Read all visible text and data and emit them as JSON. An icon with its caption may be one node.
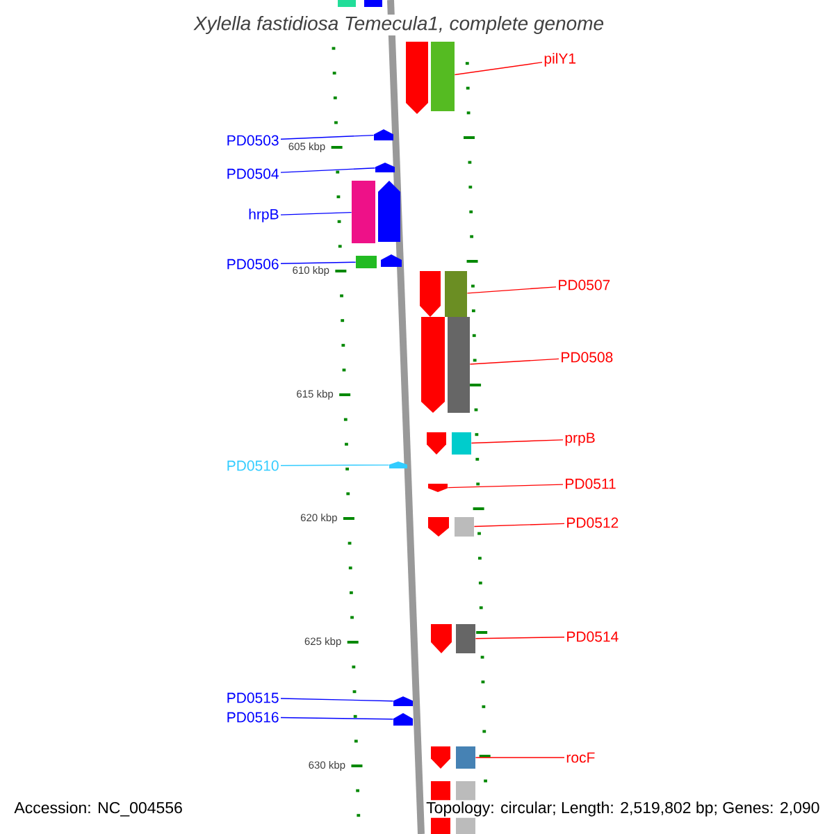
{
  "diagram": {
    "title": "Xylella fastidiosa Temecula1, complete genome",
    "nodes": [
      {
        "text": [
          "pilY1"
        ]
      },
      {
        "text": [],
        "shape": "box"
      },
      {
        "text": [
          "PD0503"
        ]
      },
      {
        "text": [],
        "shape": "pentagon"
      },
      {
        "text": [
          "PD0504"
        ]
      },
      {
        "text": [],
        "shape": "pentagon"
      },
      {
        "text": [
          "hrpB"
        ]
      },
      {
        "text": [],
        "shape": "box"
      },
      {
        "text": [
          "PD0506"
        ]
      },
      {
        "text": [],
        "shape": "box"
      },
      {
        "text": [
          "PD0507"
        ]
      },
      {
        "text": [],
        "shape": "box"
      },
      {
        "text": [
          "PD0508"
        ]
      },
      {
        "text": [],
        "shape": "box"
      },
      {
        "text": [
          "prpB"
        ]
      },
      {
        "text": [],
        "shape": "box"
      },
      {
        "text": [
          "PD0510"
        ]
      },
      {
        "text": [],
        "shape": "pentagon"
      },
      {
        "text": [
          "PD0511"
        ]
      },
      {
        "text": [],
        "shape": "pentagon"
      },
      {
        "text": [
          "PD0512"
        ]
      },
      {
        "text": [],
        "shape": "box"
      },
      {
        "text": [
          "PD0514"
        ]
      },
      {
        "text": [],
        "shape": "box"
      },
      {
        "text": [
          "PD0515"
        ]
      },
      {
        "text": [],
        "shape": "pentagon"
      },
      {
        "text": [
          "PD0516"
        ]
      },
      {
        "text": [],
        "shape": "pentagon"
      },
      {
        "text": [
          "rocF"
        ]
      },
      {
        "text": [],
        "shape": "box"
      }
    ],
    "edges": [
      {
        "from": 0,
        "to": 1,
        "arrow": "none"
      },
      {
        "from": 2,
        "to": 3,
        "arrow": "none",
        "color": "#0000ff"
      },
      {
        "from": 4,
        "to": 5,
        "arrow": "none",
        "color": "#0000ff"
      },
      {
        "from": 6,
        "to": 7,
        "arrow": "none",
        "color": "#0000ff"
      },
      {
        "from": 8,
        "to": 9,
        "arrow": "none",
        "color": "#0000ff"
      },
      {
        "from": 10,
        "to": 11,
        "arrow": "none"
      },
      {
        "from": 12,
        "to": 13,
        "arrow": "none"
      },
      {
        "from": 14,
        "to": 15,
        "arrow": "none"
      },
      {
        "from": 16,
        "to": 17,
        "arrow": "none",
        "color": "#33ccff"
      },
      {
        "from": 18,
        "to": 19,
        "arrow": "none"
      },
      {
        "from": 20,
        "to": 21,
        "arrow": "none"
      },
      {
        "from": 22,
        "to": 23,
        "arrow": "none"
      },
      {
        "from": 24,
        "to": 25,
        "arrow": "none",
        "color": "#0000ff"
      },
      {
        "from": 26,
        "to": 27,
        "arrow": "none",
        "color": "#0000ff"
      },
      {
        "from": 28,
        "to": 29,
        "arrow": "none"
      }
    ],
    "labels": [
      "605 kbp",
      "610 kbp",
      "615 kbp",
      "620 kbp",
      "625 kbp",
      "630 kbp",
      "Accession: NC_004556",
      "Topology: circular; Length: 2,519,802 bp; Genes: 2,090"
    ]
  }
}
